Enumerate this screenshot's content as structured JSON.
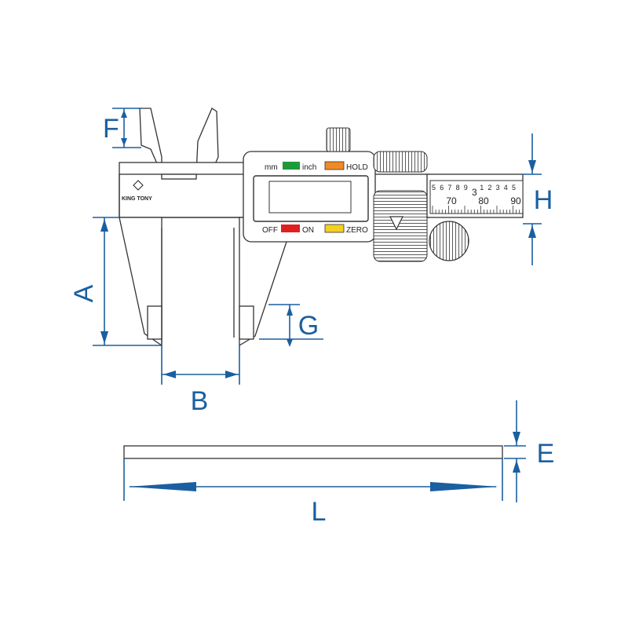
{
  "brand": "KING TONY",
  "display": {
    "unit_mm": "mm",
    "unit_inch": "inch",
    "hold": "HOLD",
    "off": "OFF",
    "on": "ON",
    "zero": "ZERO"
  },
  "scale": {
    "minor_ticks": [
      "5",
      "6",
      "7",
      "8",
      "9",
      "3",
      "1",
      "2",
      "3",
      "4",
      "5"
    ],
    "major_ticks": [
      "70",
      "80",
      "90"
    ]
  },
  "dimensions": {
    "A": "A",
    "B": "B",
    "E": "E",
    "F": "F",
    "G": "G",
    "H": "H",
    "L": "L"
  },
  "colors": {
    "dimension": "#1a5fa0",
    "mm_indicator": "#1e9a3a",
    "inch_indicator": "#f08a24",
    "off_indicator": "#e02020",
    "zero_indicator": "#f5d020",
    "outline": "#333333"
  }
}
